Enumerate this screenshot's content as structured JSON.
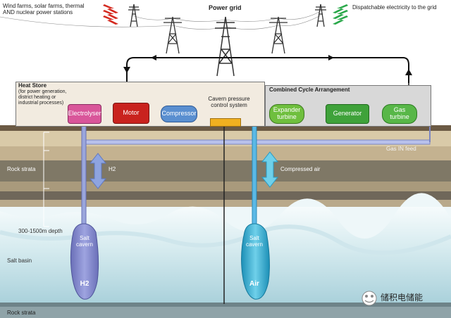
{
  "top": {
    "sources_line1": "Wind farms, solar farms, thermal",
    "sources_line2": "AND nuclear power stations",
    "power_grid": "Power grid",
    "dispatchable": "Dispatchable electricity to the grid"
  },
  "heat_store": {
    "title": "Heat Store",
    "desc_line1": "(for power generation,",
    "desc_line2": "district heating or",
    "desc_line3": "industrial processes)"
  },
  "components": {
    "electrolyser": "Electrolyser",
    "motor": "Motor",
    "compressor": "Compressor",
    "cavern_pressure_line1": "Cavern pressure",
    "cavern_pressure_line2": "control system",
    "combined_cycle": "Combined Cycle Arrangement",
    "expander_line1": "Expander",
    "expander_line2": "turbine",
    "generator": "Generator",
    "gas_turbine_line1": "Gas",
    "gas_turbine_line2": "turbine"
  },
  "underground": {
    "gas_feed": "Gas IN feed",
    "rock_strata_top": "Rock strata",
    "h2_flow": "H2",
    "compressed_air": "Compressed air",
    "depth": "300-1500m depth",
    "salt_basin": "Salt basin",
    "rock_strata_bottom": "Rock strata",
    "cavern_h2_line1": "Salt",
    "cavern_h2_line2": "cavern",
    "cavern_h2_gas": "H2",
    "cavern_air_line1": "Salt",
    "cavern_air_line2": "cavern",
    "cavern_air_gas": "Air"
  },
  "watermark": "储积电储能",
  "colors": {
    "electrolyser": "#d9569a",
    "motor": "#c9231e",
    "compressor": "#5a8fd0",
    "expander": "#6fbf3e",
    "generator": "#3fa23a",
    "gas_turbine": "#58b748",
    "h2_pipe": "#9aa6dc",
    "air_pipe": "#5bb9e6",
    "heat_store_bg": "#f2ebe0",
    "combined_bg": "#d8d8d8"
  }
}
